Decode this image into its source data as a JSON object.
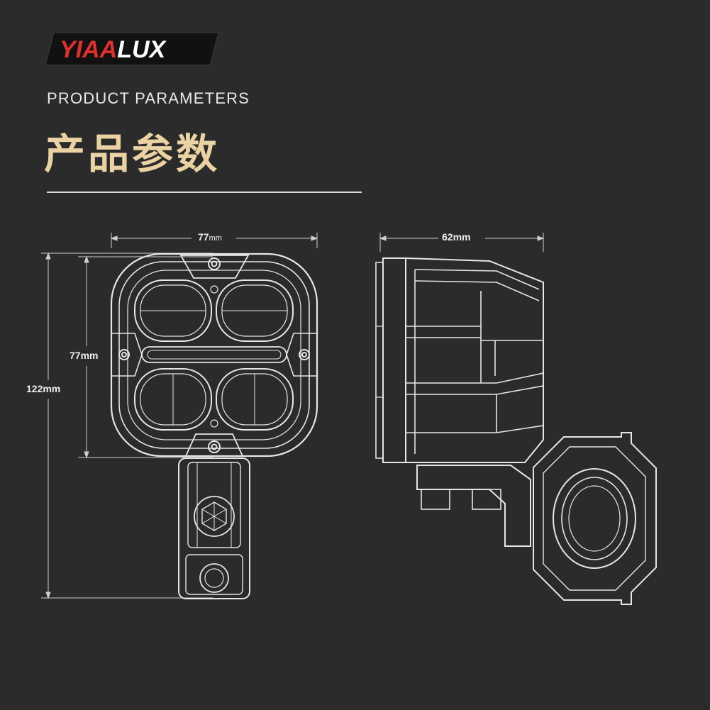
{
  "brand": {
    "logo_text_red": "YIAA",
    "logo_text_white": "LUX",
    "colors": {
      "red": "#e0302a",
      "white": "#ffffff",
      "plate": "#111111"
    }
  },
  "header": {
    "subtitle": "PRODUCT PARAMETERS",
    "title_cn": "产品参数",
    "title_color": "#ead2a2"
  },
  "dimensions": {
    "front_width_value": "77",
    "front_width_unit": "mm",
    "front_height": "77mm",
    "total_height": "122mm",
    "side_depth": "62mm"
  },
  "icons": [
    "screw-icon",
    "hex-bolt-icon",
    "torx-screw-icon"
  ]
}
